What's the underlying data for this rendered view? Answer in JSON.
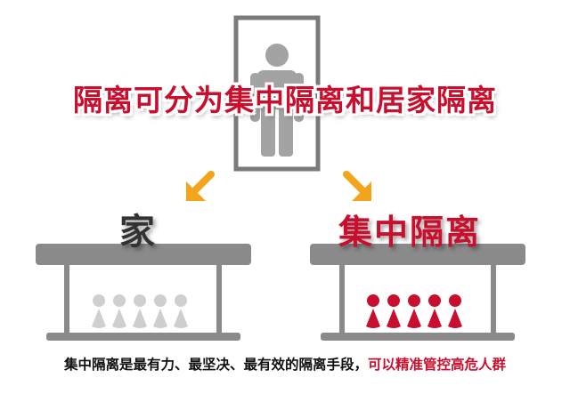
{
  "title": "隔离可分为集中隔离和居家隔离",
  "home_label": "家",
  "central_label": "集中隔离",
  "caption": {
    "part1": "集中隔离是最有力、最坚决、最有效的隔离手段，",
    "part2": "可以精准管控高危人群"
  },
  "colors": {
    "accent_red": "#c8102e",
    "arrow_orange": "#f2a51a",
    "roof_gray": "#8a8a8a",
    "figure_gray": "#cfcfcf",
    "figure_red": "#c8102e"
  },
  "icons": [
    "person-icon",
    "arrow-down-left-icon",
    "arrow-down-right-icon",
    "person-figure-icon"
  ]
}
